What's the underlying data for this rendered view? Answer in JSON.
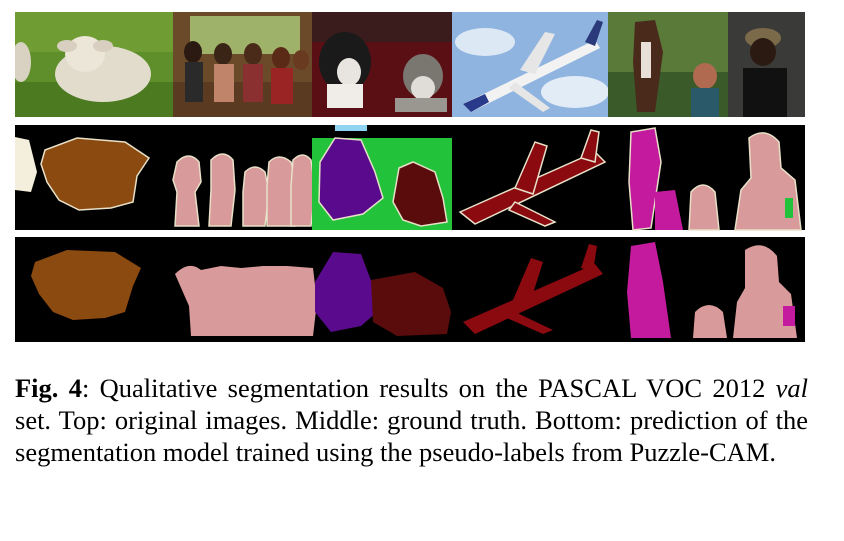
{
  "caption": {
    "label": "Fig. 4",
    "separator": ":",
    "text_before_italic": " Qualitative segmentation results on the PASCAL VOC 2012 ",
    "italic": "val",
    "text_after_italic": " set. Top: original images. Middle: ground truth. Bottom: prediction of the segmentation model trained using the pseudo-labels from Puzzle-CAM."
  },
  "rows": [
    "original-images",
    "ground-truth",
    "prediction"
  ],
  "columns": [
    "sheep",
    "people",
    "dog-and-cat",
    "aeroplane",
    "horse-and-people"
  ],
  "colors": {
    "sheep": "#8a4a10",
    "person": "#d89a9a",
    "dog": "#5a0a8c",
    "cat": "#5a0c0c",
    "aeroplane": "#8a0a10",
    "horse": "#c41a9e",
    "bottle_green": "#22c33a",
    "background": "#000000",
    "border": "#e8e0c8"
  }
}
